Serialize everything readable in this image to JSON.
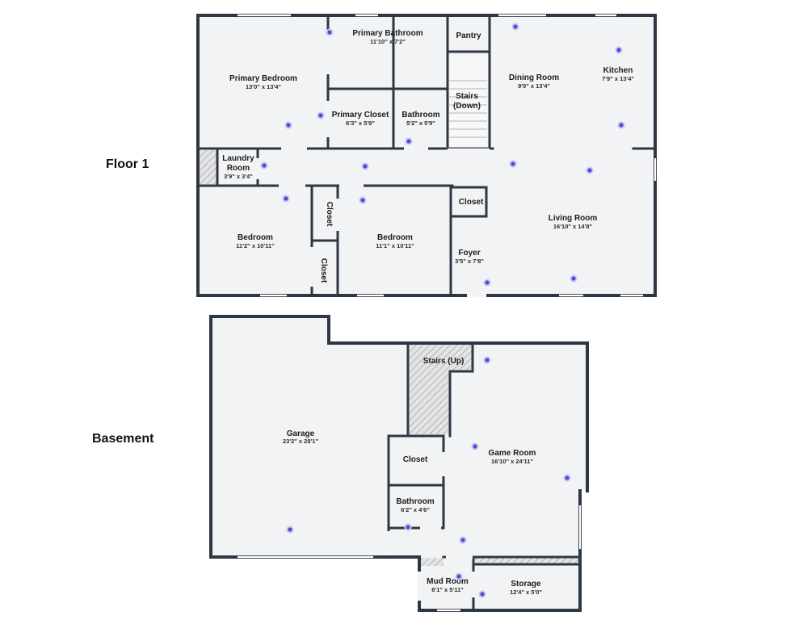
{
  "floors": [
    {
      "label": "Floor 1"
    },
    {
      "label": "Basement"
    }
  ],
  "rooms": [
    {
      "id": "primary-bedroom",
      "name": "Primary Bedroom",
      "dim": "13'0\" x 13'4\""
    },
    {
      "id": "primary-bathroom",
      "name": "Primary Bathroom",
      "dim": "11'10\" x 7'2\""
    },
    {
      "id": "pantry",
      "name": "Pantry",
      "dim": ""
    },
    {
      "id": "dining-room",
      "name": "Dining Room",
      "dim": "9'0\" x 13'4\""
    },
    {
      "id": "kitchen",
      "name": "Kitchen",
      "dim": "7'9\" x 13'4\""
    },
    {
      "id": "stairs-down",
      "name": "Stairs",
      "name2": "(Down)",
      "dim": ""
    },
    {
      "id": "primary-closet",
      "name": "Primary Closet",
      "dim": "6'3\" x 5'9\""
    },
    {
      "id": "bathroom-1",
      "name": "Bathroom",
      "dim": "5'2\" x 5'9\""
    },
    {
      "id": "laundry-room",
      "name": "Laundry",
      "name2": "Room",
      "dim": "3'9\" x 3'4\""
    },
    {
      "id": "bedroom-1",
      "name": "Bedroom",
      "dim": "11'2\" x 10'11\""
    },
    {
      "id": "closet-a",
      "name": "Closet",
      "dim": ""
    },
    {
      "id": "closet-b",
      "name": "Closet",
      "dim": ""
    },
    {
      "id": "bedroom-2",
      "name": "Bedroom",
      "dim": "11'1\" x 10'11\""
    },
    {
      "id": "closet-foyer",
      "name": "Closet",
      "dim": ""
    },
    {
      "id": "foyer",
      "name": "Foyer",
      "dim": "3'5\" x 7'8\""
    },
    {
      "id": "living-room",
      "name": "Living Room",
      "dim": "16'10\" x 14'8\""
    },
    {
      "id": "garage",
      "name": "Garage",
      "dim": "23'2\" x 28'1\""
    },
    {
      "id": "stairs-up",
      "name": "Stairs (Up)",
      "dim": ""
    },
    {
      "id": "game-room",
      "name": "Game Room",
      "dim": "16'10\" x 24'11\""
    },
    {
      "id": "closet-basement",
      "name": "Closet",
      "dim": ""
    },
    {
      "id": "bathroom-2",
      "name": "Bathroom",
      "dim": "6'2\" x 4'6\""
    },
    {
      "id": "mud-room",
      "name": "Mud Room",
      "dim": "6'1\" x 5'11\""
    },
    {
      "id": "storage",
      "name": "Storage",
      "dim": "12'4\" x 5'0\""
    }
  ],
  "colors": {
    "wall": "#2e3744",
    "floor": "#f2f3f4",
    "camera_pin": "#4b4fd1",
    "hatch": "#9e9e9e"
  },
  "icons": [
    "camera-pin-icon"
  ]
}
